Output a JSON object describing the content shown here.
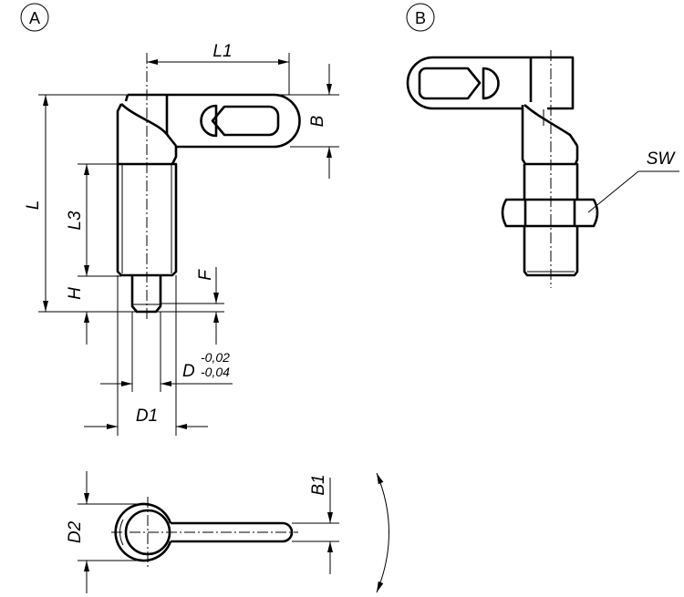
{
  "title": "Indexing plunger technical drawing",
  "views": {
    "a": {
      "marker": "A"
    },
    "b": {
      "marker": "B"
    }
  },
  "dimensions": {
    "L1": "L1",
    "B": "B",
    "L": "L",
    "L3": "L3",
    "H": "H",
    "F": "F",
    "D": "D",
    "D_tol_upper": "-0,02",
    "D_tol_lower": "-0,04",
    "D1": "D1",
    "SW": "SW",
    "D2": "D2",
    "B1": "B1"
  },
  "colors": {
    "line": "#000000",
    "background": "#ffffff"
  }
}
